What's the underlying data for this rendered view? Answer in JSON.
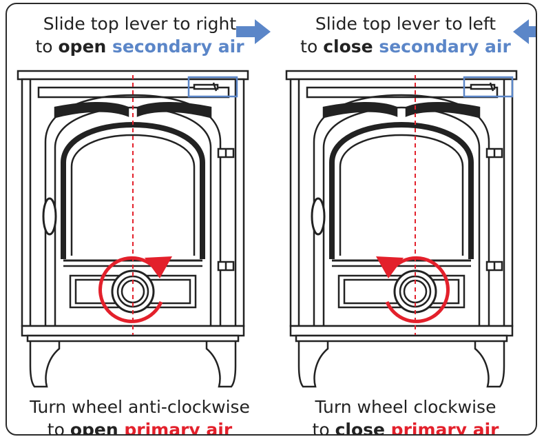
{
  "left_panel": {
    "top_line1": "Slide top lever to right",
    "top_line2_verb": "to ",
    "top_line2_action": "open ",
    "top_line2_target": "secondary air",
    "bottom_line1": "Turn wheel anti-clockwise",
    "bottom_line2_verb": "to ",
    "bottom_line2_action": "open ",
    "bottom_line2_target": "primary air"
  },
  "right_panel": {
    "top_line1": "Slide top lever to left",
    "top_line2_verb": "to ",
    "top_line2_action": "close ",
    "top_line2_target": "secondary air",
    "bottom_line1": "Turn wheel clockwise",
    "bottom_line2_verb": "to ",
    "bottom_line2_action": "close ",
    "bottom_line2_target": "primary air"
  },
  "colors": {
    "secondary_air": "#5b86c8",
    "primary_air": "#e3202b",
    "stove_line": "#222222",
    "border": "#2a2a2a"
  },
  "icons": [
    "arrow-right-icon",
    "arrow-left-icon",
    "rotation-arrow-icon",
    "lever-highlight-box"
  ]
}
